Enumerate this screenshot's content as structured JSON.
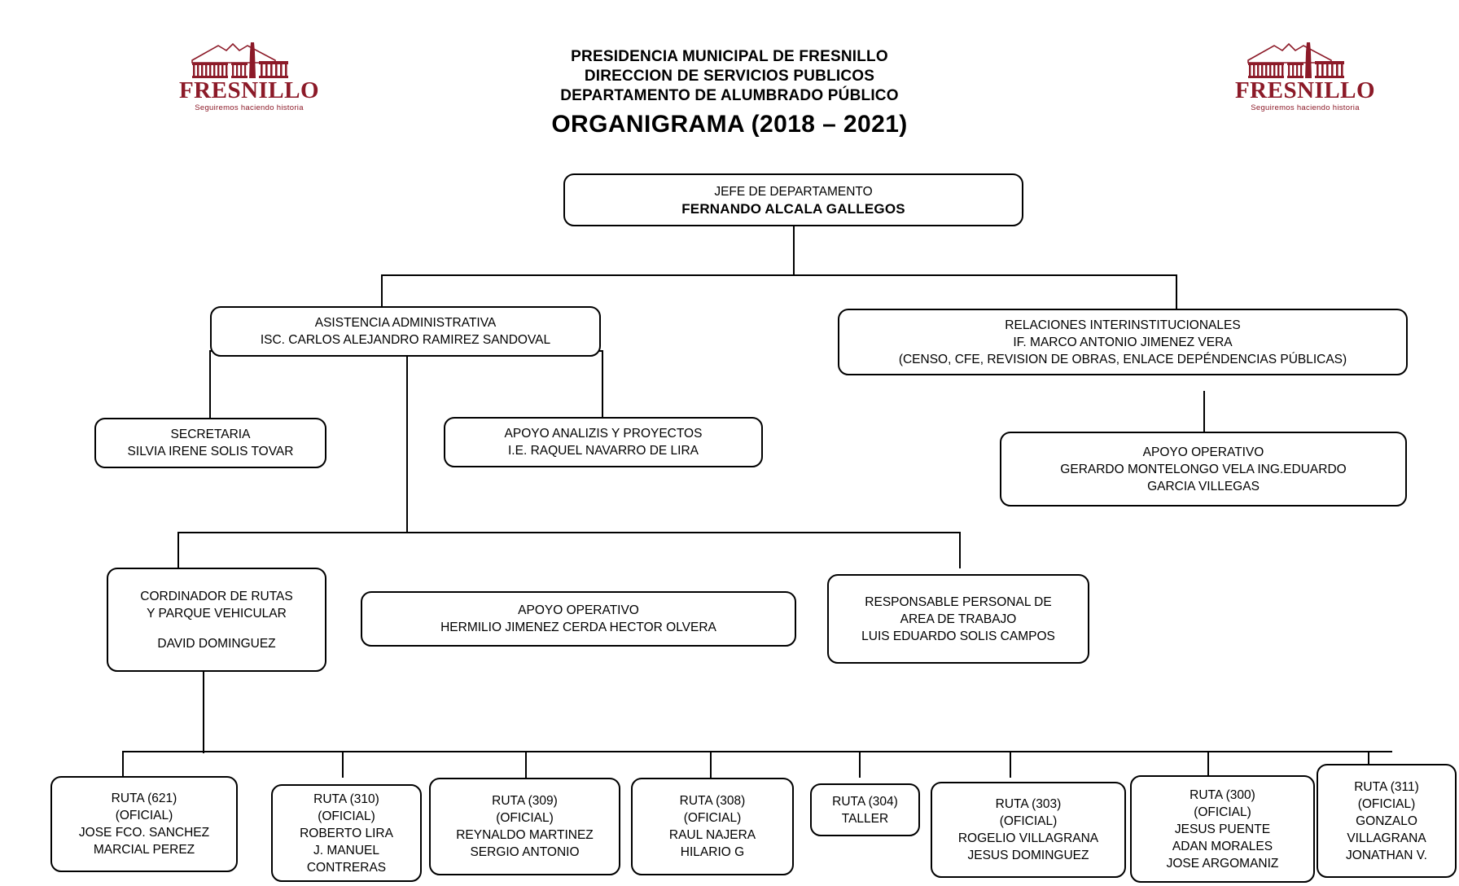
{
  "document": {
    "header_lines": [
      "PRESIDENCIA MUNICIPAL DE FRESNILLO",
      "DIRECCION DE SERVICIOS PUBLICOS",
      "DEPARTAMENTO DE ALUMBRADO PÚBLICO"
    ],
    "title": "ORGANIGRAMA (2018 – 2021)"
  },
  "logo": {
    "wordmark": "FRESNILLO",
    "tagline": "Seguiremos haciendo historia",
    "color": "#8c1a28"
  },
  "chart_data": {
    "type": "diagram",
    "title": "ORGANIGRAMA (2018 – 2021)",
    "nodes": [
      {
        "id": "jefe",
        "lines": [
          "JEFE DE DEPARTAMENTO",
          "FERNANDO ALCALA GALLEGOS"
        ],
        "bold_lines": [
          1
        ]
      },
      {
        "id": "asistencia",
        "lines": [
          "ASISTENCIA ADMINISTRATIVA",
          "ISC. CARLOS ALEJANDRO RAMIREZ SANDOVAL"
        ]
      },
      {
        "id": "relaciones",
        "lines": [
          "RELACIONES INTERINSTITUCIONALES",
          "IF. MARCO ANTONIO JIMENEZ VERA",
          "(CENSO, CFE, REVISION DE OBRAS, ENLACE DEPÉNDENCIAS PÚBLICAS)"
        ]
      },
      {
        "id": "secretaria",
        "lines": [
          "SECRETARIA",
          "SILVIA IRENE SOLIS TOVAR"
        ]
      },
      {
        "id": "apoyo-analizis",
        "lines": [
          "APOYO ANALIZIS Y PROYECTOS",
          "I.E. RAQUEL NAVARRO DE LIRA"
        ]
      },
      {
        "id": "apoyo-operativo-1",
        "lines": [
          "APOYO OPERATIVO",
          "GERARDO MONTELONGO VELA  ING.EDUARDO",
          "GARCIA VILLEGAS"
        ]
      },
      {
        "id": "cordinador",
        "lines": [
          "CORDINADOR DE RUTAS",
          "Y PARQUE VEHICULAR",
          "",
          "DAVID DOMINGUEZ"
        ]
      },
      {
        "id": "apoyo-operativo-2",
        "lines": [
          "APOYO OPERATIVO",
          "HERMILIO JIMENEZ CERDA  HECTOR OLVERA"
        ]
      },
      {
        "id": "responsable",
        "lines": [
          "RESPONSABLE PERSONAL DE",
          "AREA DE TRABAJO",
          "LUIS EDUARDO SOLIS CAMPOS"
        ]
      }
    ],
    "routes": [
      {
        "id": "ruta-621",
        "lines": [
          "RUTA (621)",
          "(OFICIAL)",
          "JOSE FCO. SANCHEZ",
          "MARCIAL PEREZ"
        ]
      },
      {
        "id": "ruta-310",
        "lines": [
          "RUTA (310)",
          "(OFICIAL)",
          "ROBERTO LIRA",
          "J. MANUEL",
          "CONTRERAS"
        ]
      },
      {
        "id": "ruta-309",
        "lines": [
          "RUTA (309)",
          "(OFICIAL)",
          "REYNALDO MARTINEZ",
          "SERGIO ANTONIO"
        ]
      },
      {
        "id": "ruta-308",
        "lines": [
          "RUTA (308)",
          "(OFICIAL)",
          "RAUL NAJERA",
          "HILARIO G"
        ]
      },
      {
        "id": "ruta-304",
        "lines": [
          "RUTA (304)",
          "TALLER"
        ]
      },
      {
        "id": "ruta-303",
        "lines": [
          "RUTA (303)",
          "(OFICIAL)",
          "ROGELIO VILLAGRANA",
          "JESUS DOMINGUEZ"
        ]
      },
      {
        "id": "ruta-300",
        "lines": [
          "RUTA (300)",
          "(OFICIAL)",
          "JESUS PUENTE",
          "ADAN MORALES",
          "JOSE ARGOMANIZ"
        ]
      },
      {
        "id": "ruta-311",
        "lines": [
          "RUTA (311)",
          "(OFICIAL)",
          "GONZALO",
          "VILLAGRANA",
          "JONATHAN V."
        ]
      }
    ]
  }
}
